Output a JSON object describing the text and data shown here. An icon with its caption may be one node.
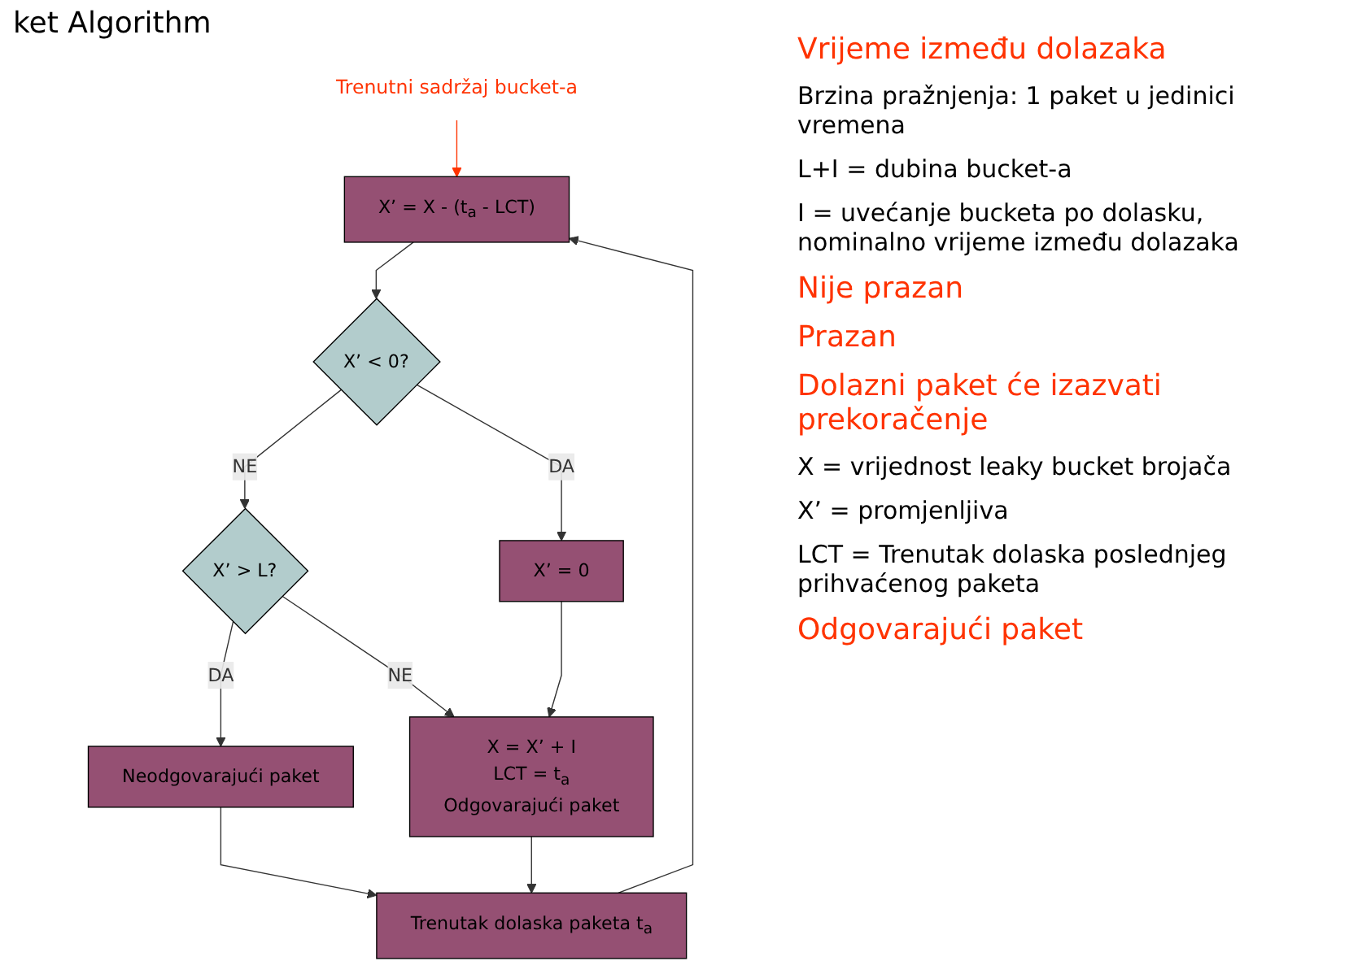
{
  "diagram": {
    "title": "ket Algorithm",
    "nodes": [
      {
        "text": [
          "Trenutak dolaska paketa t$_{a}$"
        ]
      },
      {
        "text": [
          "X’ = X - (t$_{a}$ - LCT)"
        ]
      },
      {
        "text": [
          "X’ < 0?"
        ]
      },
      {
        "text": [
          "X’ = 0"
        ]
      },
      {
        "text": [
          "X’ > L?"
        ]
      },
      {
        "text": [
          "Neodgovarajući paket"
        ]
      },
      {
        "text": [
          "X = X’ + I",
          "LCT = t$_{a}$",
          "Odgovarajući paket"
        ]
      },
      {
        "text": [
          "Trenutni sadržaj bucket-a"
        ]
      }
    ],
    "edges": [
      {
        "from": 0,
        "to": 1,
        "arrow": "to"
      },
      {
        "from": 1,
        "to": 2,
        "arrow": "to"
      },
      {
        "from": 2,
        "to": 3,
        "label": "DA",
        "arrow": "to"
      },
      {
        "from": 2,
        "to": 4,
        "label": "NE",
        "arrow": "to"
      },
      {
        "from": 4,
        "to": 5,
        "label": "DA",
        "arrow": "to"
      },
      {
        "from": 4,
        "to": 6,
        "label": "NE",
        "arrow": "to"
      },
      {
        "from": 3,
        "to": 6,
        "arrow": "to"
      },
      {
        "from": 5,
        "to": 0,
        "arrow": "to"
      },
      {
        "from": 6,
        "to": 0,
        "arrow": "to"
      },
      {
        "from": 7,
        "to": 1,
        "arrow": "to",
        "color": "#ff3300"
      }
    ],
    "labels": [
      "Vrijeme između dolazaka",
      "Brzina pražnjenja: 1 paket u jedinici vremena",
      "L+I = dubina bucket-a",
      "I = uvećanje bucketa po dolasku, nominalno vrijeme između dolazaka",
      "Nije prazan",
      "Prazan",
      "Dolazni paket će izazvati prekoračenje",
      "X = vrijednost leaky bucket brojača",
      "X’ = promjenljiva",
      "LCT = Trenutak dolaska poslednjeg prihvaćenog paketa",
      "Odgovarajući paket"
    ]
  }
}
